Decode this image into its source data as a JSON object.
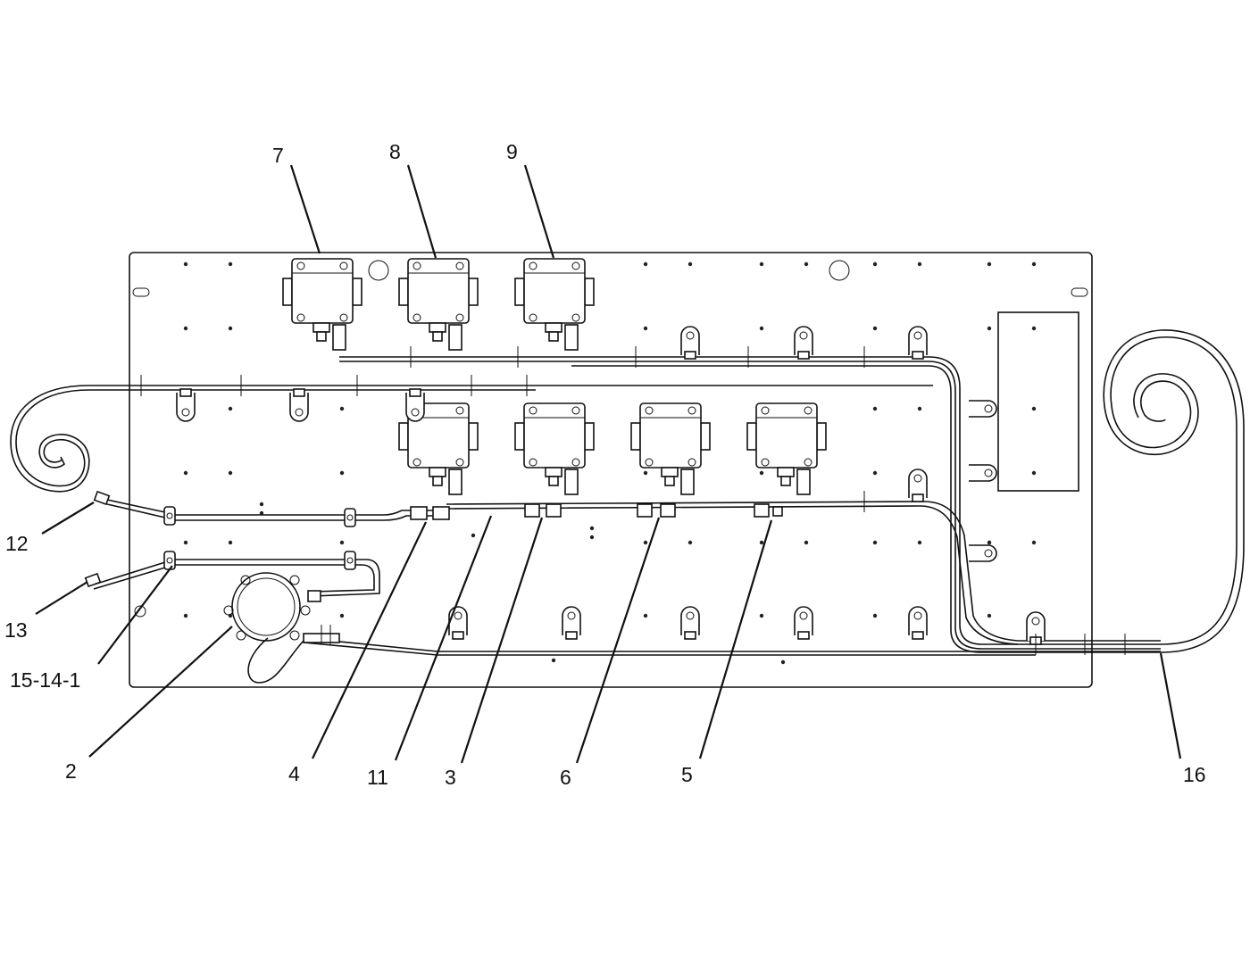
{
  "callouts": [
    {
      "id": "c7",
      "label": "7"
    },
    {
      "id": "c8",
      "label": "8"
    },
    {
      "id": "c9",
      "label": "9"
    },
    {
      "id": "c12",
      "label": "12"
    },
    {
      "id": "c13",
      "label": "13"
    },
    {
      "id": "c15",
      "label": "15-14-1"
    },
    {
      "id": "c2",
      "label": "2"
    },
    {
      "id": "c4",
      "label": "4"
    },
    {
      "id": "c11",
      "label": "11"
    },
    {
      "id": "c3",
      "label": "3"
    },
    {
      "id": "c6",
      "label": "6"
    },
    {
      "id": "c5",
      "label": "5"
    },
    {
      "id": "c16",
      "label": "16"
    }
  ],
  "colors": {
    "line": "#111111",
    "background": "#ffffff"
  }
}
